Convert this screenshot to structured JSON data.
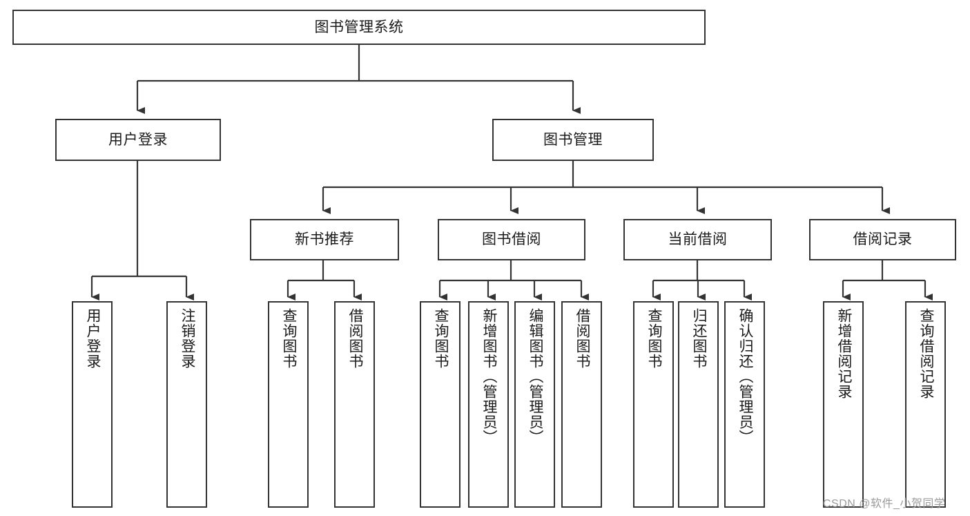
{
  "diagram": {
    "type": "tree-hierarchy-chart",
    "title": "图书管理系统",
    "line_color": "#333333",
    "box_fill": "#ffffff",
    "text_color": "#1a1a1a",
    "nodes": {
      "root": {
        "label": "图书管理系统"
      },
      "level2": [
        {
          "id": "user-login",
          "label": "用户登录"
        },
        {
          "id": "book-manage",
          "label": "图书管理"
        }
      ],
      "level3": [
        {
          "id": "new-book-recommend",
          "label": "新书推荐"
        },
        {
          "id": "book-borrow",
          "label": "图书借阅"
        },
        {
          "id": "current-borrow",
          "label": "当前借阅"
        },
        {
          "id": "borrow-record",
          "label": "借阅记录"
        }
      ],
      "leaves": {
        "user_login": [
          {
            "id": "leaf-user-login",
            "label": "用户登录"
          },
          {
            "id": "leaf-logout",
            "label": "注销登录"
          }
        ],
        "new_book_recommend": [
          {
            "id": "leaf-query-book-1",
            "label": "查询图书"
          },
          {
            "id": "leaf-borrow-book-1",
            "label": "借阅图书"
          }
        ],
        "book_borrow": [
          {
            "id": "leaf-query-book-2",
            "label": "查询图书"
          },
          {
            "id": "leaf-add-book",
            "label": "新增图书（管理员）"
          },
          {
            "id": "leaf-edit-book",
            "label": "编辑图书（管理员）"
          },
          {
            "id": "leaf-borrow-book-2",
            "label": "借阅图书"
          }
        ],
        "current_borrow": [
          {
            "id": "leaf-query-book-3",
            "label": "查询图书"
          },
          {
            "id": "leaf-return-book",
            "label": "归还图书"
          },
          {
            "id": "leaf-confirm-return",
            "label": "确认归还（管理员）"
          }
        ],
        "borrow_record": [
          {
            "id": "leaf-add-record",
            "label": "新增借阅记录"
          },
          {
            "id": "leaf-query-record",
            "label": "查询借阅记录"
          }
        ]
      }
    },
    "watermark": "CSDN @软件_小贺同学"
  }
}
